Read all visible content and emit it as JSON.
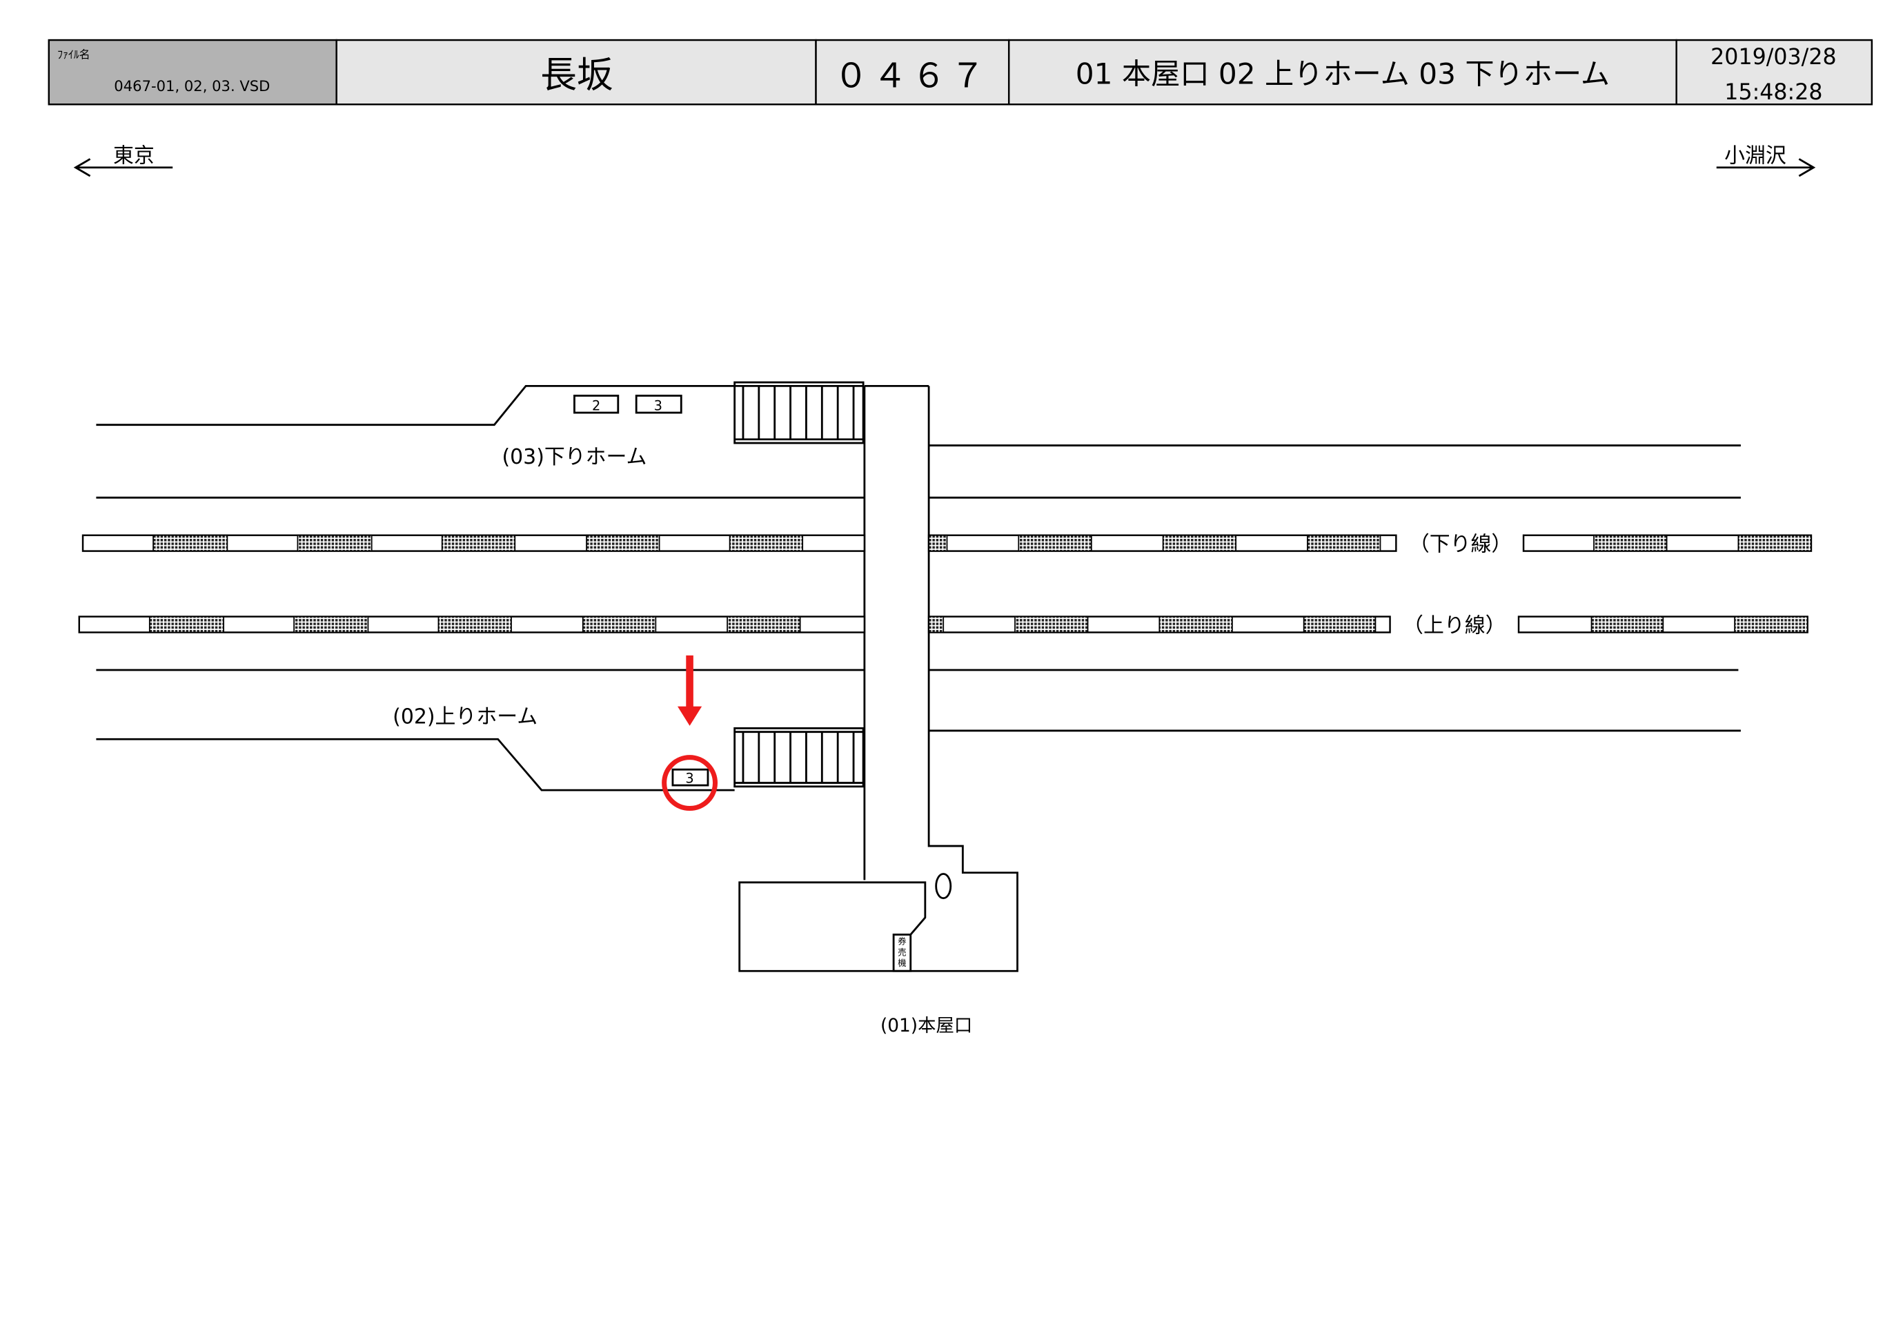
{
  "header": {
    "file_label": "ﾌｧｲﾙ名",
    "file_name": "0467-01, 02, 03. VSD",
    "station_name": "長坂",
    "station_code": "０４６７",
    "areas": "01 本屋口 02 上りホーム 03 下りホーム",
    "date": "2019/03/28",
    "time": "15:48:28"
  },
  "directions": {
    "left": "東京",
    "right": "小淵沢"
  },
  "diagram": {
    "down_platform_label": "(03)下りホーム",
    "up_platform_label": "(02)上りホーム",
    "down_line_label": "（下り線）",
    "up_line_label": "（上り線）",
    "entrance_label": "(01)本屋口",
    "down_platform_cars": [
      "2",
      "3"
    ],
    "up_platform_car": "3",
    "ticket_machine": [
      "券",
      "売",
      "機"
    ]
  },
  "colors": {
    "highlight": "#ee1c1c",
    "header_gray": "#b3b3b3",
    "header_light": "#e6e6e6"
  }
}
